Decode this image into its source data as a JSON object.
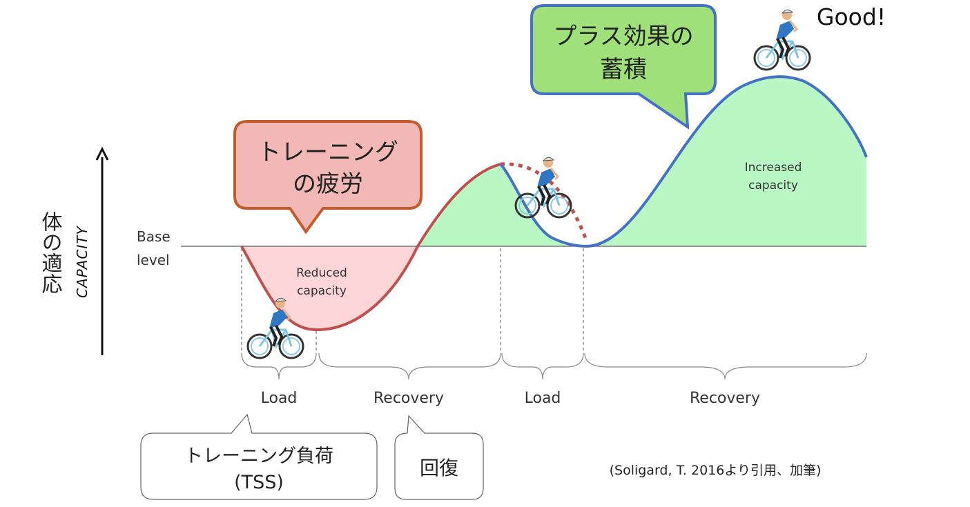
{
  "axis": {
    "y_label_jp": "体の適応",
    "y_label_en": "CAPACITY",
    "base_label_line1": "Base",
    "base_label_line2": "level"
  },
  "regions": {
    "reduced_line1": "Reduced",
    "reduced_line2": "capacity",
    "increased_line1": "Increased",
    "increased_line2": "capacity"
  },
  "phases": [
    {
      "label": "Load"
    },
    {
      "label": "Recovery"
    },
    {
      "label": "Load"
    },
    {
      "label": "Recovery"
    }
  ],
  "callouts": {
    "fatigue_line1": "トレーニング",
    "fatigue_line2": "の疲労",
    "gain_line1": "プラス効果の",
    "gain_line2": "蓄積",
    "load_line1": "トレーニング負荷",
    "load_line2": "(TSS)",
    "recovery": "回復"
  },
  "good": "Good!",
  "citation": "(Soligard, T. 2016より引用、加筆)",
  "colors": {
    "red_curve": "#c0504d",
    "blue_curve": "#4472c4",
    "red_fill": "#ffd6d8",
    "green_fill": "#b9f7c4",
    "fatigue_fill": "#f2b8b5",
    "fatigue_border": "#c55a2b",
    "gain_fill": "#9fe07a",
    "gain_border": "#4472c4"
  },
  "icons": [
    "cyclist-icon"
  ]
}
